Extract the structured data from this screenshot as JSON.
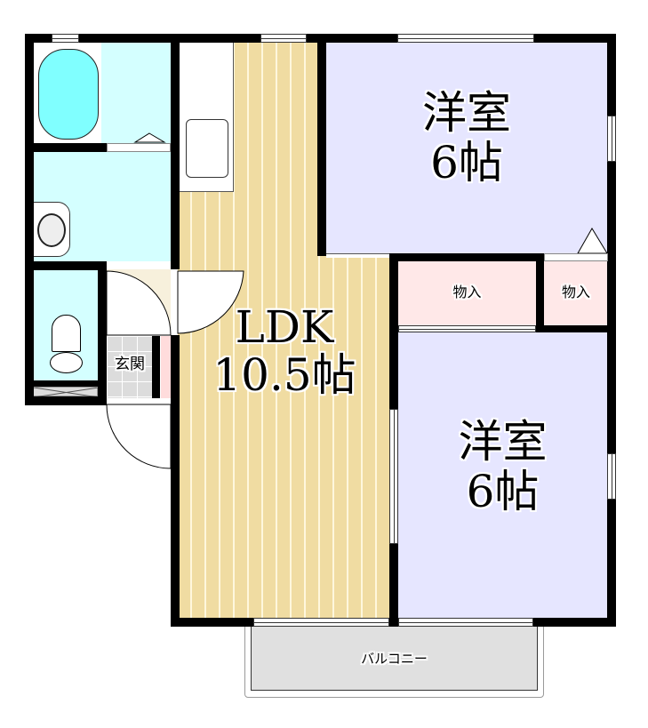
{
  "floor_plan": {
    "rooms": {
      "ldk": {
        "name": "LDK",
        "size": "10.5帖",
        "color": "#f0dca2"
      },
      "western_upper": {
        "name": "洋室",
        "size": "6帖",
        "color": "#e6e6ff"
      },
      "western_lower": {
        "name": "洋室",
        "size": "6帖",
        "color": "#e6e6ff"
      },
      "closet_left": {
        "name": "物入",
        "color": "#ffe8e8"
      },
      "closet_right": {
        "name": "物入",
        "color": "#ffe8e8"
      },
      "entrance": {
        "name": "玄関",
        "color": "#dcdcdc"
      },
      "balcony": {
        "name": "バルコニー",
        "color": "#e0e0e0"
      },
      "bathroom": {
        "color": "#d4ffff"
      },
      "washroom": {
        "color": "#d4ffff"
      },
      "toilet": {
        "color": "#d4ffff"
      }
    },
    "colors": {
      "wall": "#000000",
      "bathtub": "#80ffff",
      "wet_area": "#d4ffff"
    }
  }
}
